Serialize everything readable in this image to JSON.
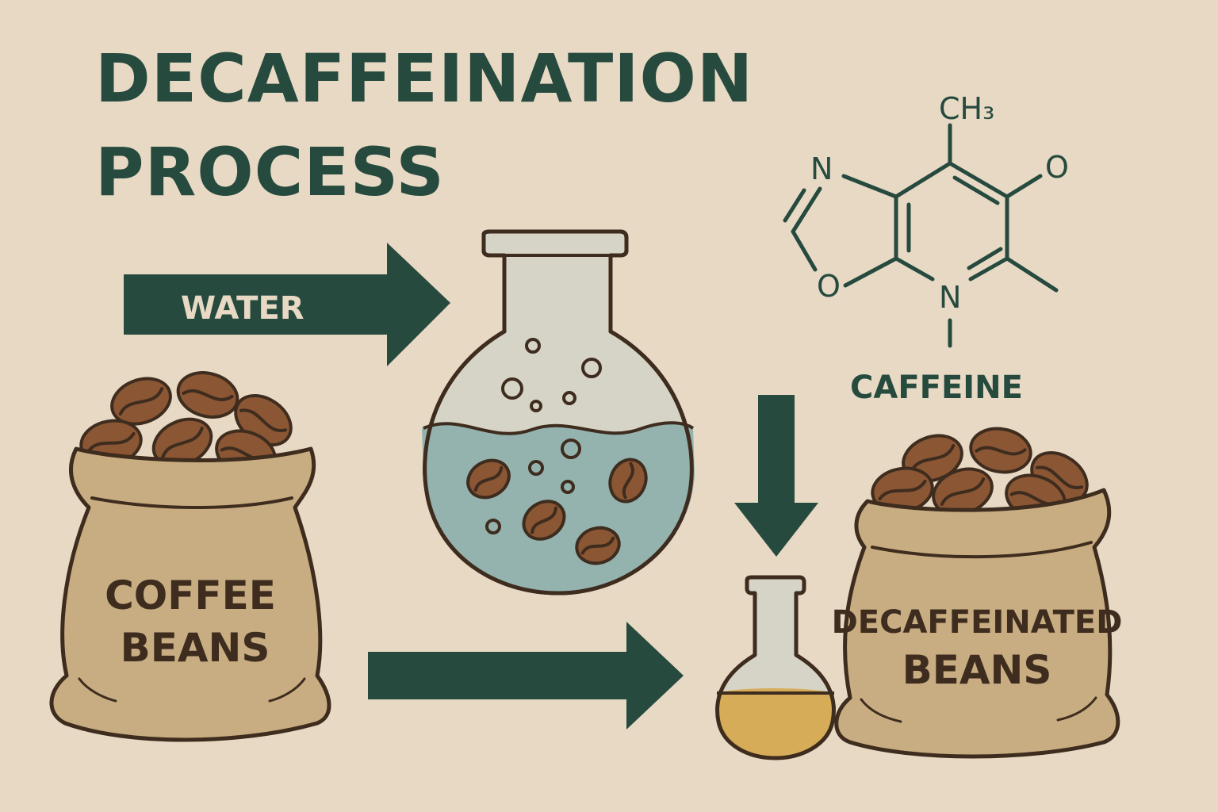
{
  "title": {
    "line1": "DECAFFEINATION",
    "line2": "PROCESS"
  },
  "labels": {
    "water": "WATER",
    "caffeine": "CAFFEINE",
    "coffee_beans_1": "COFFEE",
    "coffee_beans_2": "BEANS",
    "decaf_beans_1": "DECAFFEINATED",
    "decaf_beans_2": "BEANS"
  },
  "molecule": {
    "ch3": "CH₃",
    "n_top": "N",
    "o_ring": "O",
    "o_right": "O",
    "n_bottom": "N"
  },
  "colors": {
    "background": "#e8d9c5",
    "dark_green": "#264a3e",
    "sack": "#c8ad82",
    "bean": "#8a5634",
    "water": "#94b3ae",
    "glass": "#d6d4c6",
    "extract": "#d6ac58",
    "outline": "#3e2c1e"
  }
}
